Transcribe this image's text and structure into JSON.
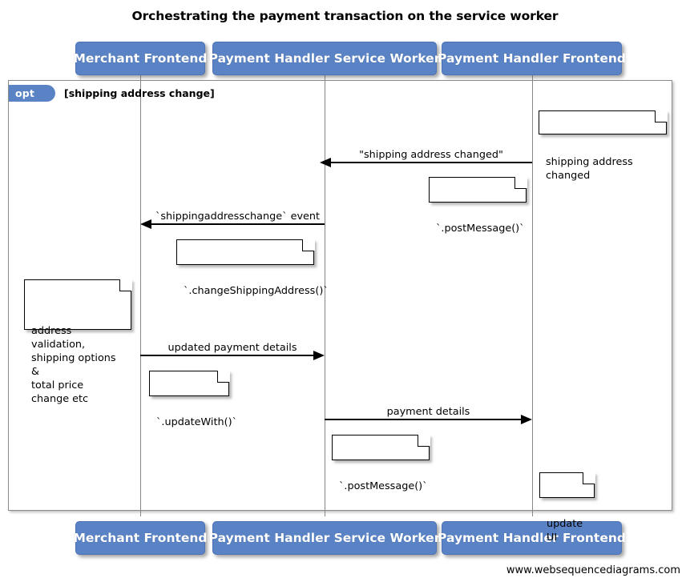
{
  "diagram": {
    "title": "Orchestrating the payment transaction on the service worker",
    "watermark": "www.websequencediagrams.com",
    "accent_color": "#5a83c6",
    "line_color": "#000000",
    "frame_color": "#8b8b8b"
  },
  "participants": [
    {
      "id": "merchant-frontend",
      "label": "Merchant Frontend"
    },
    {
      "id": "payment-handler-service-worker",
      "label": "Payment Handler Service Worker"
    },
    {
      "id": "payment-handler-frontend",
      "label": "Payment Handler Frontend"
    }
  ],
  "participants_bottom": [
    {
      "id": "merchant-frontend",
      "label": "Merchant Frontend"
    },
    {
      "id": "payment-handler-service-worker",
      "label": "Payment Handler Service Worker"
    },
    {
      "id": "payment-handler-frontend",
      "label": "Payment Handler Frontend"
    }
  ],
  "fragment": {
    "type": "opt",
    "guard": "[shipping address change]"
  },
  "messages": [
    {
      "id": "shipping-address-changed",
      "label": "\"shipping address changed\"",
      "from": "payment-handler-frontend",
      "to": "payment-handler-service-worker",
      "direction": "left"
    },
    {
      "id": "shippingaddresschange-event",
      "label": "`shippingaddresschange` event",
      "from": "payment-handler-service-worker",
      "to": "merchant-frontend",
      "direction": "left"
    },
    {
      "id": "updated-payment-details",
      "label": "updated payment details",
      "from": "merchant-frontend",
      "to": "payment-handler-service-worker",
      "direction": "right"
    },
    {
      "id": "payment-details",
      "label": "payment details",
      "from": "payment-handler-service-worker",
      "to": "payment-handler-frontend",
      "direction": "right"
    }
  ],
  "notes": [
    {
      "id": "note-shipping-address-changed",
      "text": "shipping address changed"
    },
    {
      "id": "note-postmessage-1",
      "text": "`.postMessage()`"
    },
    {
      "id": "note-changeshippingaddress",
      "text": "`.changeShippingAddress()`"
    },
    {
      "id": "note-address-validation",
      "text": "address validation,\nshipping options &\ntotal price change etc"
    },
    {
      "id": "note-updatewith",
      "text": "`.updateWith()`"
    },
    {
      "id": "note-postmessage-2",
      "text": "`.postMessage()`"
    },
    {
      "id": "note-update-ui",
      "text": "update UI"
    }
  ]
}
